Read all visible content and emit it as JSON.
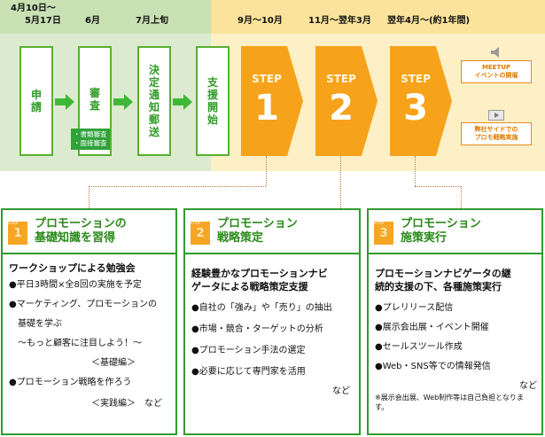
{
  "timeline": {
    "dates": [
      "4月10日～",
      "5月17日",
      "6月",
      "7月上旬",
      "9月～10月",
      "11月～翌年3月",
      "翌年4月～(約1年間)"
    ]
  },
  "process": [
    {
      "label": "申請"
    },
    {
      "label": "審査",
      "notes": [
        "・書類審査",
        "・面接審査"
      ]
    },
    {
      "label": "決定通知郵送"
    },
    {
      "label": "支援開始"
    }
  ],
  "steps": [
    {
      "label": "STEP",
      "number": "1"
    },
    {
      "label": "STEP",
      "number": "2"
    },
    {
      "label": "STEP",
      "number": "3"
    }
  ],
  "side_boxes": [
    {
      "lines": [
        "MEETUP",
        "イベントの開催"
      ]
    },
    {
      "lines": [
        "弊社サイドでの",
        "プロモ戦略実施"
      ]
    }
  ],
  "panels": [
    {
      "badge_label": "STEP",
      "number": "1",
      "title": [
        "プロモーションの",
        "基礎知識を習得"
      ],
      "heading": [
        "ワークショップによる勉強会"
      ],
      "items": [
        "●平日3時間×全8回の実施を予定",
        "●マーケティング、プロモーションの",
        "　基礎を学ぶ",
        "　～もっと顧客に注目しよう！～",
        "＜基礎編＞",
        "●プロモーション戦略を作ろう",
        "＜実践編＞　など"
      ],
      "note": ""
    },
    {
      "badge_label": "STEP",
      "number": "2",
      "title": [
        "プロモーション",
        "戦略策定"
      ],
      "heading": [
        "経験豊かなプロモーションナビ",
        "ゲータによる戦略策定支援"
      ],
      "items": [
        "●自社の「強み」や「売り」の抽出",
        "●市場・競合・ターゲットの分析",
        "●プロモーション手法の選定",
        "●必要に応じて専門家を活用",
        "など"
      ],
      "note": ""
    },
    {
      "badge_label": "STEP",
      "number": "3",
      "title": [
        "プロモーション",
        "施策実行"
      ],
      "heading": [
        "プロモーションナビゲータの継",
        "続的支援の下、各種施策実行"
      ],
      "items": [
        "●プレリリース配信",
        "●展示会出展・イベント開催",
        "●セールスツール作成",
        "●Web・SNS等での情報発信",
        "など"
      ],
      "note": "※展示会出展、Web制作等は自己負担となります。"
    }
  ]
}
